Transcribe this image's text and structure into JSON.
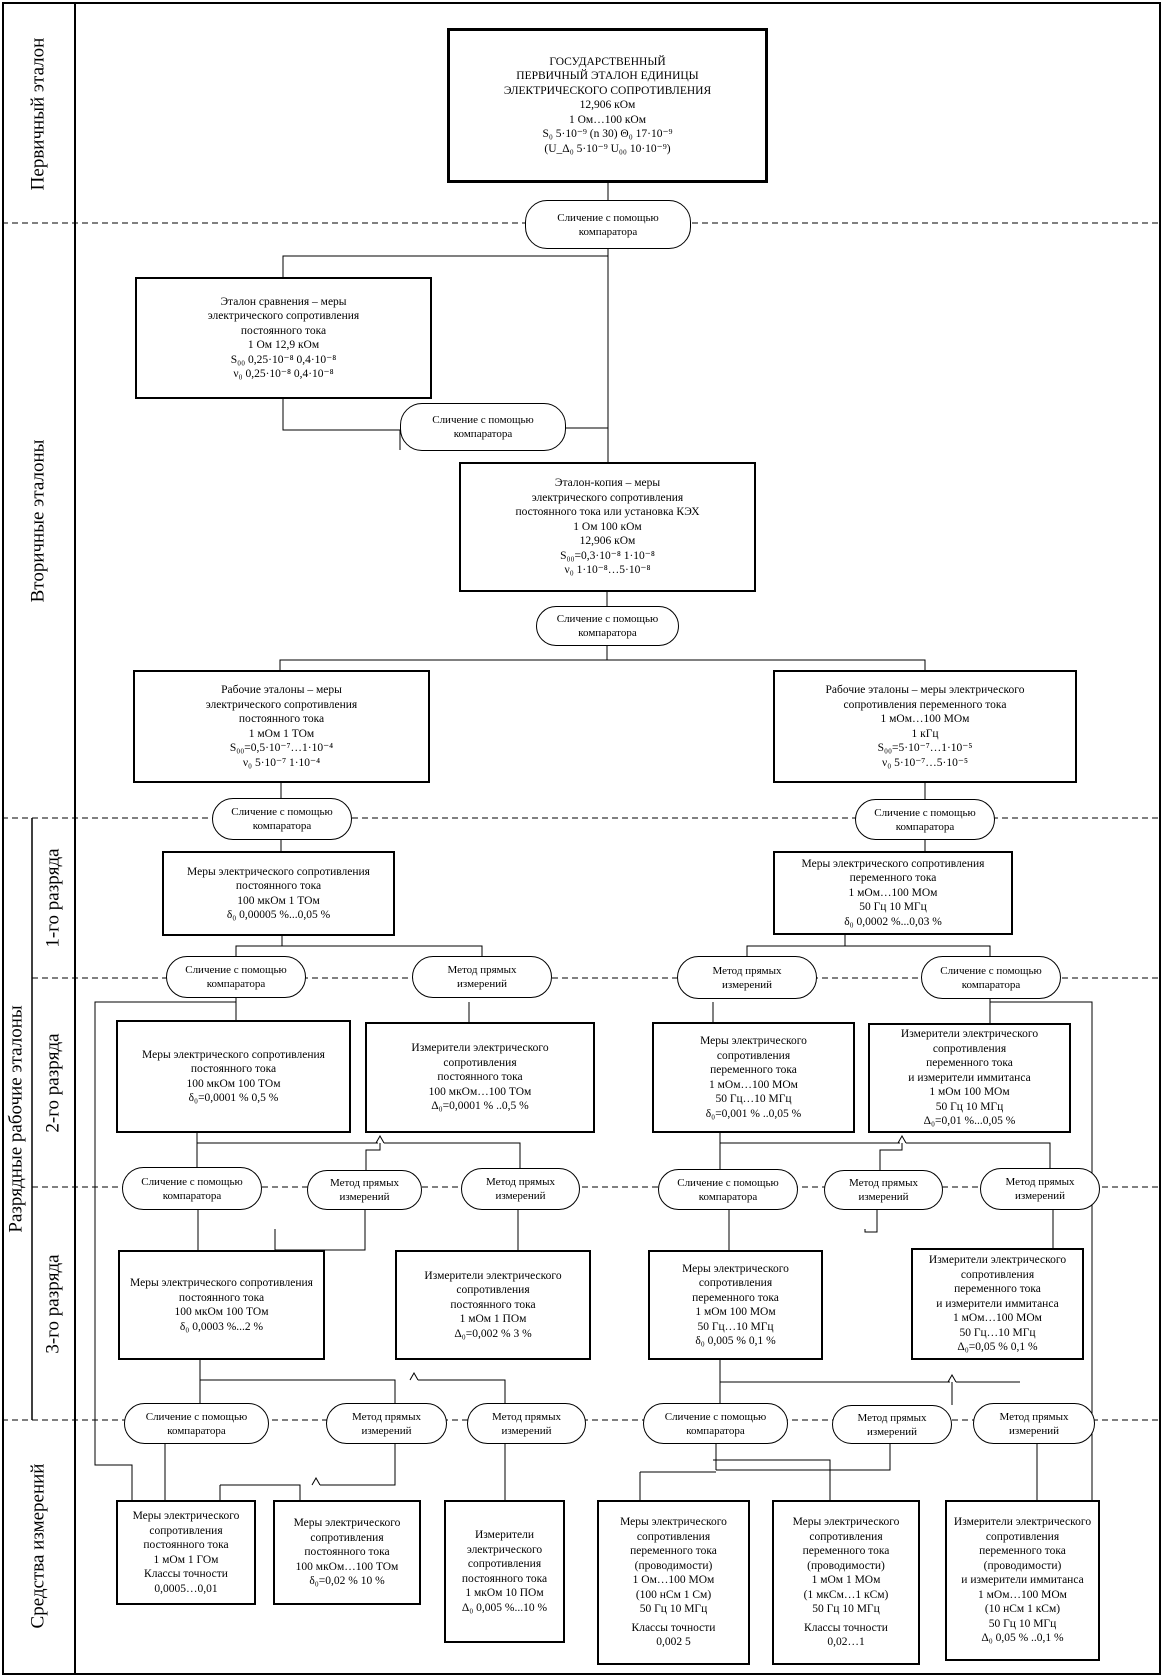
{
  "lanes": {
    "primary": "Первичный эталон",
    "secondary": "Вторичные эталоны",
    "grade_group": "Разрядные рабочие эталоны",
    "grade1": "1-го разряда",
    "grade2": "2-го разряда",
    "grade3": "3-го разряда",
    "instruments": "Средства измерений"
  },
  "method": {
    "comparator": [
      "Сличение с помощью",
      "компаратора"
    ],
    "direct": [
      "Метод прямых",
      "измерений"
    ]
  },
  "boxes": {
    "primary": [
      "ГОСУДАРСТВЕННЫЙ",
      "ПЕРВИЧНЫЙ ЭТАЛОН ЕДИНИЦЫ",
      "ЭЛЕКТРИЧЕСКОГО СОПРОТИВЛЕНИЯ",
      "12,906 кОм",
      "1 Ом…100 кОм",
      "S₀ 5·10⁻⁹      (n 30)           Θ₀ 17·10⁻⁹",
      "(U_Δ₀ 5·10⁻⁹   U₀₀ 10·10⁻⁹)"
    ],
    "comparison": [
      "Эталон сравнения – меры",
      "электрического сопротивления",
      "постоянного тока",
      "1 Ом   12,9 кОм",
      "S₀₀ 0,25·10⁻⁸   0,4·10⁻⁸",
      "ν₀ 0,25·10⁻⁸   0,4·10⁻⁸"
    ],
    "copy": [
      "Эталон-копия – меры",
      "электрического сопротивления",
      "постоянного тока или установка КЭХ",
      "1 Ом   100 кОм",
      "12,906 кОм",
      "S₀₀=0,3·10⁻⁸   1·10⁻⁸",
      "ν₀ 1·10⁻⁸…5·10⁻⁸"
    ],
    "work_dc": [
      "Рабочие эталоны – меры",
      "электрического сопротивления",
      "постоянного тока",
      "1 мОм   1 ТОм",
      "S₀₀=0,5·10⁻⁷…1·10⁻⁴",
      "ν₀ 5·10⁻⁷   1·10⁻⁴"
    ],
    "work_ac": [
      "Рабочие эталоны – меры электрического",
      "сопротивления переменного тока",
      "1 мОм…100 МОм",
      "1 кГц",
      "S₀₀=5·10⁻⁷…1·10⁻⁵",
      "ν₀ 5·10⁻⁷…5·10⁻⁵"
    ],
    "g1_dc": [
      "Меры электрического сопротивления",
      "постоянного тока",
      "100 мкОм   1 ТОм",
      "δ₀ 0,00005 %...0,05 %"
    ],
    "g1_ac": [
      "Меры электрического сопротивления",
      "переменного тока",
      "1 мОм…100 МОм",
      "50 Гц   10 МГц",
      "δ₀ 0,0002 %...0,03 %"
    ],
    "g2_dc_m": [
      "Меры электрического сопротивления",
      "постоянного тока",
      "100 мкОм   100 ТОм",
      "δ₀=0,0001 %   0,5 %"
    ],
    "g2_dc_i": [
      "Измерители электрического",
      "сопротивления",
      "постоянного тока",
      "100 мкОм…100 ТОм",
      "Δ₀=0,0001 % ..0,5 %"
    ],
    "g2_ac_m": [
      "Меры электрического",
      "сопротивления",
      "переменного тока",
      "1 мОм…100 МОм",
      "50 Гц…10 МГц",
      "δ₀=0,001 % ..0,05 %"
    ],
    "g2_ac_i": [
      "Измерители электрического",
      "сопротивления",
      "переменного тока",
      "и измерители иммитанса",
      "1 мОм   100 МОм",
      "50 Гц   10 МГц",
      "Δ₀=0,01 %...0,05 %"
    ],
    "g3_dc_m": [
      "Меры электрического сопротивления",
      "постоянного тока",
      "100 мкОм   100 ТОм",
      "δ₀ 0,0003 %...2 %"
    ],
    "g3_dc_i": [
      "Измерители электрического",
      "сопротивления",
      "постоянного тока",
      "1 мОм   1 ПОм",
      "Δ₀=0,002 %   3 %"
    ],
    "g3_ac_m": [
      "Меры электрического",
      "сопротивления",
      "переменного тока",
      "1 мОм   100 МОм",
      "50 Гц…10 МГц",
      "δ₀ 0,005 %   0,1 %"
    ],
    "g3_ac_i": [
      "Измерители электрического",
      "сопротивления",
      "переменного тока",
      "и измерители иммитанса",
      "1 мОм…100 МОм",
      "50 Гц…10 МГц",
      "Δ₀=0,05 %   0,1 %"
    ],
    "si_dc_m1": [
      "Меры электрического",
      "сопротивления",
      "постоянного тока",
      "1 мОм   1 ГОм",
      "Классы точности",
      "0,0005…0,01"
    ],
    "si_dc_m2": [
      "Меры электрического",
      "сопротивления",
      "постоянного тока",
      "100 мкОм…100 ТОм",
      "δ₀=0,02 %   10 %"
    ],
    "si_dc_i": [
      "Измерители",
      "электрического",
      "сопротивления",
      "постоянного тока",
      "1 мкОм   10 ПОм",
      "Δ₀ 0,005 %...10 %"
    ],
    "si_ac_m1": [
      "Меры электрического",
      "сопротивления",
      "переменного тока",
      "(проводимости)",
      "1 Ом…100 МОм",
      "(100 нСм   1 См)",
      "50 Гц   10 МГц",
      "",
      "Классы точности",
      "0,002   5"
    ],
    "si_ac_m2": [
      "Меры электрического",
      "сопротивления",
      "переменного тока",
      "(проводимости)",
      "1 мОм   1 МОм",
      "(1 мкСм…1 кСм)",
      "50 Гц   10 МГц",
      "",
      "Классы точности",
      "0,02…1"
    ],
    "si_ac_i": [
      "Измерители электрического",
      "сопротивления",
      "переменного тока",
      "(проводимости)",
      "и измерители иммитанса",
      "1 мОм…100 МОм",
      "(10 нСм   1 кСм)",
      "50 Гц   10 МГц",
      "Δ₀ 0,05 % ..0,1 %"
    ]
  }
}
